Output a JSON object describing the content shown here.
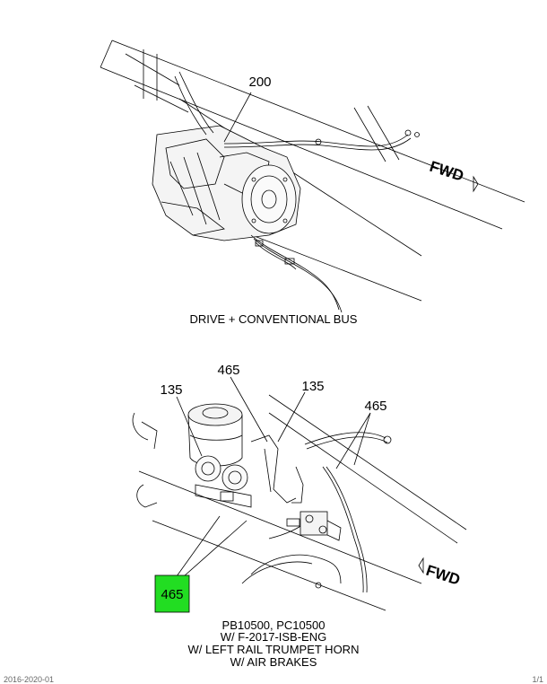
{
  "top_diagram": {
    "callout": "200",
    "fwd_label": "FWD",
    "caption": "DRIVE + CONVENTIONAL BUS"
  },
  "bottom_diagram": {
    "callouts": [
      "135",
      "465",
      "135",
      "465",
      "465"
    ],
    "fwd_label": "FWD",
    "highlight_color": "#22dd22",
    "caption_lines": [
      "PB10500, PC10500",
      "W/ F-2017-ISB-ENG",
      "W/ LEFT RAIL TRUMPET HORN",
      "W/ AIR BRAKES"
    ]
  },
  "footer": {
    "left_text": "2016-2020-01",
    "right_text": "1/1"
  }
}
